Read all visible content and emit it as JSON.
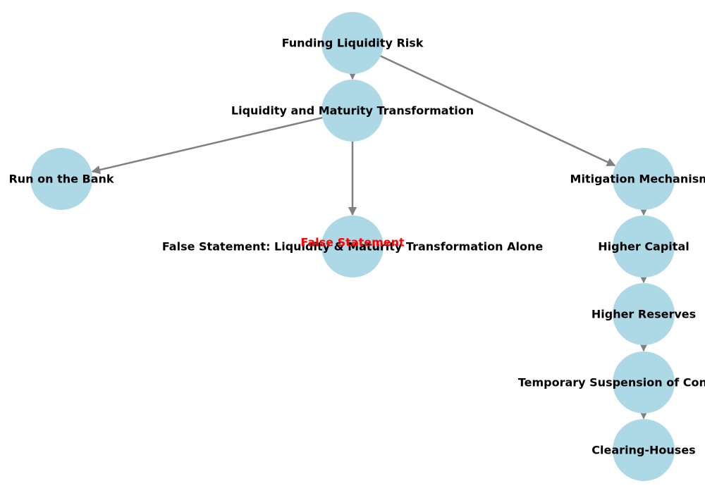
{
  "diagram": {
    "colors": {
      "node_fill": "#add8e6",
      "edge": "#808080",
      "label": "#000000",
      "annotation": "#ff0000"
    },
    "nodes": [
      {
        "id": "funding",
        "label": "Funding Liquidity Risk"
      },
      {
        "id": "lmt",
        "label": "Liquidity and Maturity Transformation"
      },
      {
        "id": "run",
        "label": "Run on the Bank"
      },
      {
        "id": "false",
        "label": "False Statement: Liquidity & Maturity Transformation Alone"
      },
      {
        "id": "mitigation",
        "label": "Mitigation Mechanisms"
      },
      {
        "id": "capital",
        "label": "Higher Capital"
      },
      {
        "id": "reserves",
        "label": "Higher Reserves"
      },
      {
        "id": "suspension",
        "label": "Temporary Suspension of Convertibility"
      },
      {
        "id": "clearing",
        "label": "Clearing-Houses"
      }
    ],
    "edges": [
      {
        "from": "funding",
        "to": "lmt"
      },
      {
        "from": "funding",
        "to": "mitigation"
      },
      {
        "from": "lmt",
        "to": "run"
      },
      {
        "from": "lmt",
        "to": "false"
      },
      {
        "from": "mitigation",
        "to": "capital"
      },
      {
        "from": "capital",
        "to": "reserves"
      },
      {
        "from": "reserves",
        "to": "suspension"
      },
      {
        "from": "suspension",
        "to": "clearing"
      }
    ],
    "annotation": {
      "node": "false",
      "text": "False Statement"
    }
  }
}
